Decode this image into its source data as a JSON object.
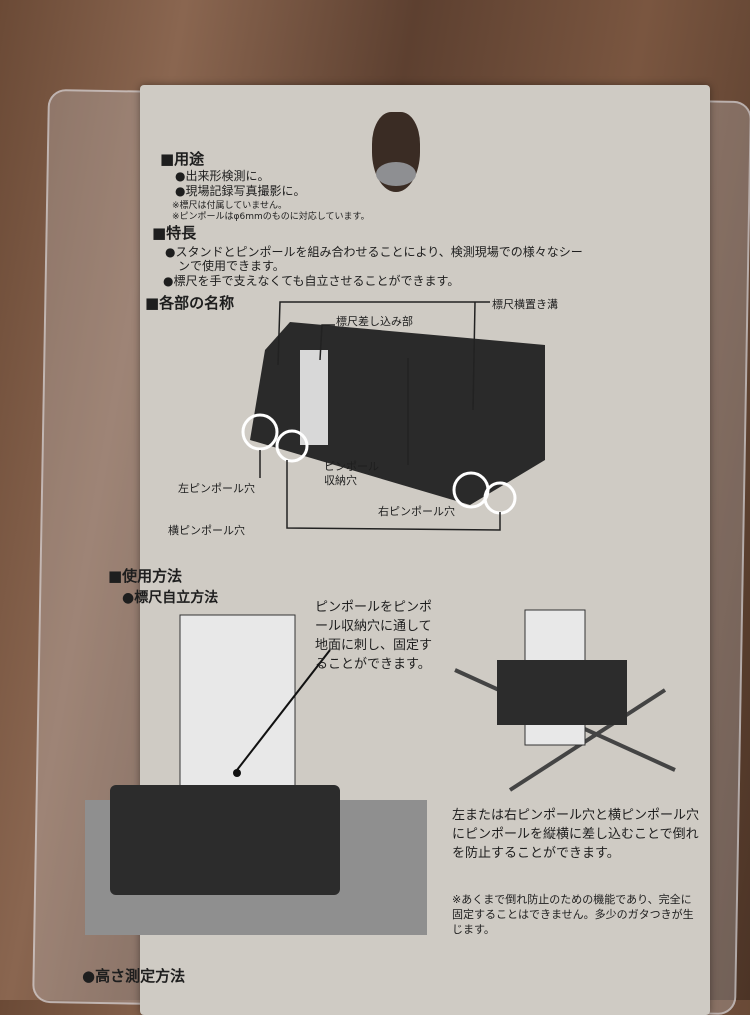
{
  "usage": {
    "heading": "■用途",
    "items": [
      "●出来形検測に。",
      "●現場記録写真撮影に。"
    ],
    "notes": [
      "※標尺は付属していません。",
      "※ピンポールはφ6mmのものに対応しています。"
    ]
  },
  "features": {
    "heading": "■特長",
    "items": [
      "●スタンドとピンポールを組み合わせることにより、検測現場での様々なシー",
      "ンで使用できます。",
      "●標尺を手で支えなくても自立させることができます。"
    ]
  },
  "parts": {
    "heading": "■各部の名称",
    "labels": {
      "insert": "標尺差し込み部",
      "groove": "標尺横置き溝",
      "left_hole": "左ピンポール穴",
      "storage": "ピンポール",
      "storage2": "収納穴",
      "right_hole": "右ピンポール穴",
      "side_hole": "横ピンポール穴"
    }
  },
  "howto": {
    "heading": "■使用方法",
    "sub1": "●標尺自立方法",
    "desc1": "ピンポールをピンポール収納穴に通して地面に刺し、固定することができます。",
    "desc2": "左または右ピンポール穴と横ピンポール穴にピンポールを縦横に差し込むことで倒れを防止することができます。",
    "note2": "※あくまで倒れ防止のための機能であり、完全に固定することはできません。多少のガタつきが生じます。",
    "sub2": "●高さ測定方法"
  }
}
